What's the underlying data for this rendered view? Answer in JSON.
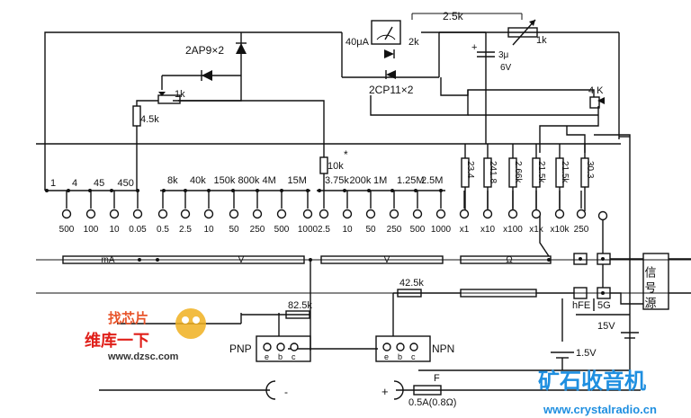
{
  "labels": {
    "r_top": "2.5k",
    "pot_1k_top": "1k",
    "meter_current": "40μA",
    "meter_res": "2k",
    "diode_top": "2AP9×2",
    "diode_bottom": "2CP11×2",
    "cap_value": "3μ",
    "cap_volt": "6V",
    "pot_4k": "4 K",
    "pot_1k_left": "1k",
    "r_4_5k": "4.5k",
    "r_10k": "10k",
    "r_10k_star": "*",
    "r_82_5k": "82.5k",
    "r_42_5k": "42.5k",
    "hfe": "hFE",
    "sg": "5G",
    "v15": "15V",
    "v1_5": "1.5V",
    "fuse_f": "F",
    "fuse_val": "0.5A(0.8Ω)",
    "pnp": "PNP",
    "npn": "NPN",
    "pin_e": "e",
    "pin_b": "b",
    "pin_c": "c",
    "minus": "-",
    "plus": "+",
    "sig_gen": "信号源",
    "plus_cap": "+"
  },
  "ma_resistors": [
    "1",
    "4",
    "45",
    "450"
  ],
  "v_resistors": [
    "8k",
    "40k",
    "150k",
    "800k",
    "4M",
    "15M"
  ],
  "v2_resistors": [
    "3.75k",
    "200k",
    "1M",
    "1.25M",
    "2.5M"
  ],
  "ohm_resistors": [
    "23.4",
    "241.8",
    "2.66k",
    "21.5k",
    "21.5k",
    "30.3"
  ],
  "ranges": [
    "500",
    "100",
    "10",
    "0.05",
    "0.5",
    "2.5",
    "10",
    "50",
    "250",
    "500",
    "1000",
    "2.5",
    "10",
    "50",
    "250",
    "500",
    "1000",
    "x1",
    "x10",
    "x100",
    "x1k",
    "x10k",
    "250"
  ],
  "bars": [
    "mA",
    "V",
    "V",
    "Ω"
  ],
  "watermark": {
    "logo_text": "找芯片",
    "line1": "维库一下",
    "url": "www.dzsc.com"
  },
  "brand": {
    "title": "矿石收音机",
    "url": "www.crystalradio.cn"
  }
}
